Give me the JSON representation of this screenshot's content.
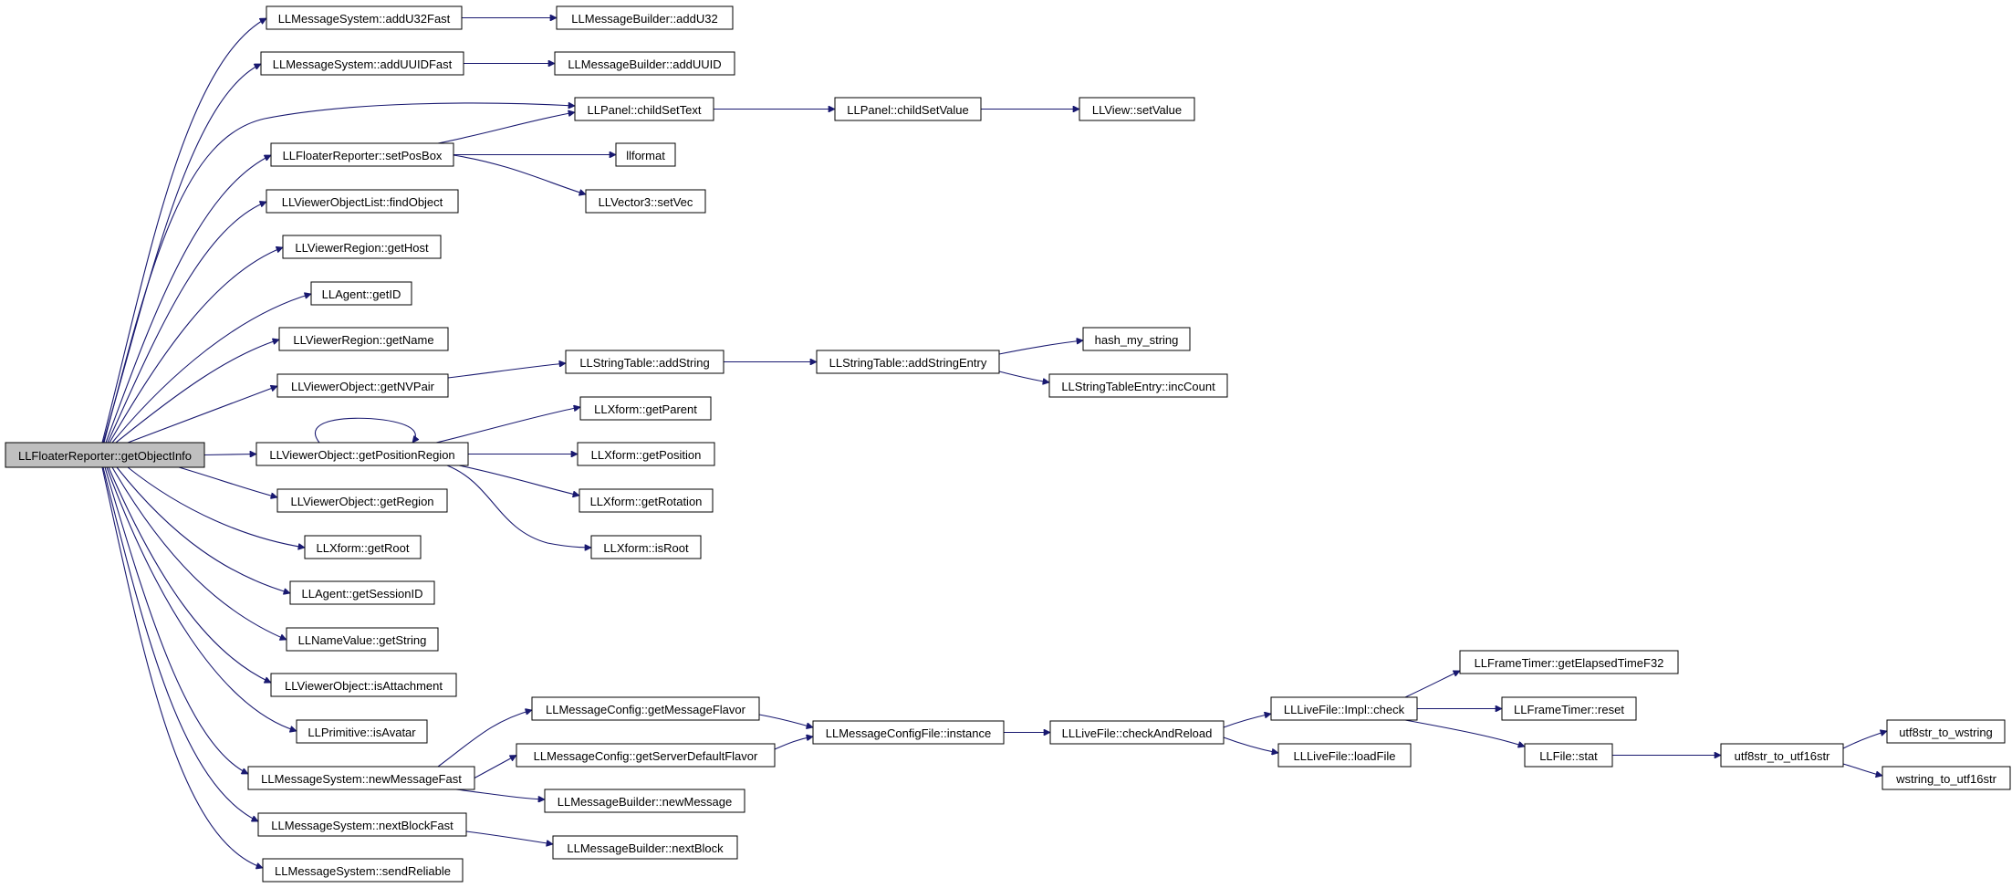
{
  "graph": {
    "root": "root",
    "nodes": [
      {
        "id": "root",
        "label": "LLFloaterReporter::getObjectInfo"
      },
      {
        "id": "addU32Fast",
        "label": "LLMessageSystem::addU32Fast"
      },
      {
        "id": "addUUIDFast",
        "label": "LLMessageSystem::addUUIDFast"
      },
      {
        "id": "setPosBox",
        "label": "LLFloaterReporter::setPosBox"
      },
      {
        "id": "findObject",
        "label": "LLViewerObjectList::findObject"
      },
      {
        "id": "getHost",
        "label": "LLViewerRegion::getHost"
      },
      {
        "id": "getID",
        "label": "LLAgent::getID"
      },
      {
        "id": "getName",
        "label": "LLViewerRegion::getName"
      },
      {
        "id": "getNVPair",
        "label": "LLViewerObject::getNVPair"
      },
      {
        "id": "getPositionRegion",
        "label": "LLViewerObject::getPositionRegion"
      },
      {
        "id": "getRegion",
        "label": "LLViewerObject::getRegion"
      },
      {
        "id": "getRoot",
        "label": "LLXform::getRoot"
      },
      {
        "id": "getSessionID",
        "label": "LLAgent::getSessionID"
      },
      {
        "id": "getString",
        "label": "LLNameValue::getString"
      },
      {
        "id": "isAttachment",
        "label": "LLViewerObject::isAttachment"
      },
      {
        "id": "isAvatar",
        "label": "LLPrimitive::isAvatar"
      },
      {
        "id": "newMessageFast",
        "label": "LLMessageSystem::newMessageFast"
      },
      {
        "id": "nextBlockFast",
        "label": "LLMessageSystem::nextBlockFast"
      },
      {
        "id": "sendReliable",
        "label": "LLMessageSystem::sendReliable"
      },
      {
        "id": "mbAddU32",
        "label": "LLMessageBuilder::addU32"
      },
      {
        "id": "mbAddUUID",
        "label": "LLMessageBuilder::addUUID"
      },
      {
        "id": "childSetText",
        "label": "LLPanel::childSetText"
      },
      {
        "id": "llformat",
        "label": "llformat"
      },
      {
        "id": "setVec",
        "label": "LLVector3::setVec"
      },
      {
        "id": "addString",
        "label": "LLStringTable::addString"
      },
      {
        "id": "getParent",
        "label": "LLXform::getParent"
      },
      {
        "id": "getPosition",
        "label": "LLXform::getPosition"
      },
      {
        "id": "getRotation",
        "label": "LLXform::getRotation"
      },
      {
        "id": "isRoot",
        "label": "LLXform::isRoot"
      },
      {
        "id": "getMessageFlavor",
        "label": "LLMessageConfig::getMessageFlavor"
      },
      {
        "id": "getServerDefaultFlavor",
        "label": "LLMessageConfig::getServerDefaultFlavor"
      },
      {
        "id": "newMessage",
        "label": "LLMessageBuilder::newMessage"
      },
      {
        "id": "nextBlock",
        "label": "LLMessageBuilder::nextBlock"
      },
      {
        "id": "childSetValue",
        "label": "LLPanel::childSetValue"
      },
      {
        "id": "addStringEntry",
        "label": "LLStringTable::addStringEntry"
      },
      {
        "id": "instance",
        "label": "LLMessageConfigFile::instance"
      },
      {
        "id": "setValue",
        "label": "LLView::setValue"
      },
      {
        "id": "hashMyString",
        "label": "hash_my_string"
      },
      {
        "id": "incCount",
        "label": "LLStringTableEntry::incCount"
      },
      {
        "id": "checkAndReload",
        "label": "LLLiveFile::checkAndReload"
      },
      {
        "id": "implCheck",
        "label": "LLLiveFile::Impl::check"
      },
      {
        "id": "loadFile",
        "label": "LLLiveFile::loadFile"
      },
      {
        "id": "getElapsedTimeF32",
        "label": "LLFrameTimer::getElapsedTimeF32"
      },
      {
        "id": "timerReset",
        "label": "LLFrameTimer::reset"
      },
      {
        "id": "fileStat",
        "label": "LLFile::stat"
      },
      {
        "id": "utf8ToUtf16",
        "label": "utf8str_to_utf16str"
      },
      {
        "id": "utf8ToWstring",
        "label": "utf8str_to_wstring"
      },
      {
        "id": "wstringToUtf16",
        "label": "wstring_to_utf16str"
      }
    ],
    "edges": [
      [
        "root",
        "addU32Fast"
      ],
      [
        "root",
        "addUUIDFast"
      ],
      [
        "root",
        "childSetText"
      ],
      [
        "root",
        "setPosBox"
      ],
      [
        "root",
        "findObject"
      ],
      [
        "root",
        "getHost"
      ],
      [
        "root",
        "getID"
      ],
      [
        "root",
        "getName"
      ],
      [
        "root",
        "getNVPair"
      ],
      [
        "root",
        "getPositionRegion"
      ],
      [
        "root",
        "getRegion"
      ],
      [
        "root",
        "getRoot"
      ],
      [
        "root",
        "getSessionID"
      ],
      [
        "root",
        "getString"
      ],
      [
        "root",
        "isAttachment"
      ],
      [
        "root",
        "isAvatar"
      ],
      [
        "root",
        "newMessageFast"
      ],
      [
        "root",
        "nextBlockFast"
      ],
      [
        "root",
        "sendReliable"
      ],
      [
        "addU32Fast",
        "mbAddU32"
      ],
      [
        "addUUIDFast",
        "mbAddUUID"
      ],
      [
        "setPosBox",
        "childSetText"
      ],
      [
        "setPosBox",
        "llformat"
      ],
      [
        "setPosBox",
        "setVec"
      ],
      [
        "getNVPair",
        "addString"
      ],
      [
        "getPositionRegion",
        "getPositionRegion"
      ],
      [
        "getPositionRegion",
        "getParent"
      ],
      [
        "getPositionRegion",
        "getPosition"
      ],
      [
        "getPositionRegion",
        "getRotation"
      ],
      [
        "getPositionRegion",
        "isRoot"
      ],
      [
        "newMessageFast",
        "getMessageFlavor"
      ],
      [
        "newMessageFast",
        "getServerDefaultFlavor"
      ],
      [
        "newMessageFast",
        "newMessage"
      ],
      [
        "nextBlockFast",
        "nextBlock"
      ],
      [
        "childSetText",
        "childSetValue"
      ],
      [
        "childSetValue",
        "setValue"
      ],
      [
        "addString",
        "addStringEntry"
      ],
      [
        "addStringEntry",
        "hashMyString"
      ],
      [
        "addStringEntry",
        "incCount"
      ],
      [
        "getMessageFlavor",
        "instance"
      ],
      [
        "getServerDefaultFlavor",
        "instance"
      ],
      [
        "instance",
        "checkAndReload"
      ],
      [
        "checkAndReload",
        "implCheck"
      ],
      [
        "checkAndReload",
        "loadFile"
      ],
      [
        "implCheck",
        "getElapsedTimeF32"
      ],
      [
        "implCheck",
        "timerReset"
      ],
      [
        "implCheck",
        "fileStat"
      ],
      [
        "fileStat",
        "utf8ToUtf16"
      ],
      [
        "utf8ToUtf16",
        "utf8ToWstring"
      ],
      [
        "utf8ToUtf16",
        "wstringToUtf16"
      ]
    ]
  }
}
